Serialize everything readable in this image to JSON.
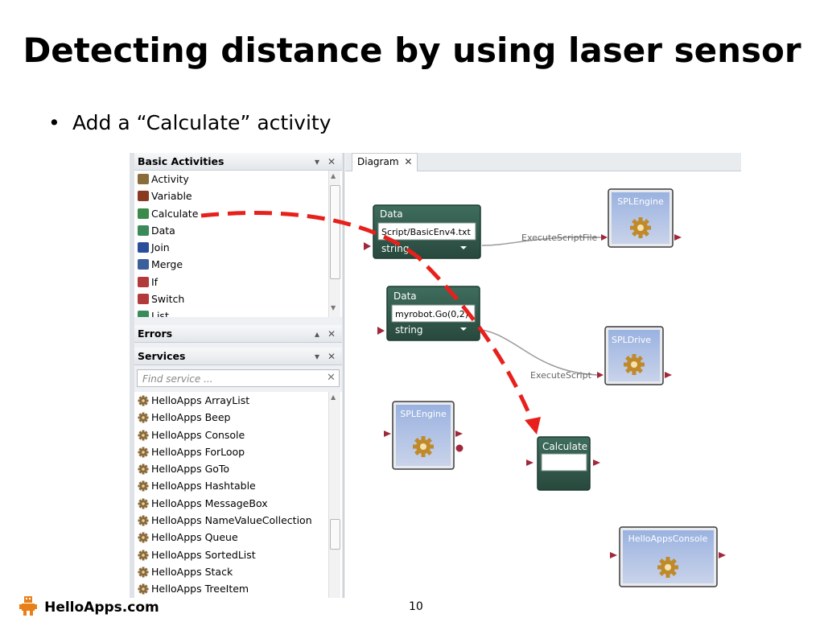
{
  "slide": {
    "title": "Detecting distance by using laser sensor",
    "bullet": "Add a “Calculate” activity",
    "footer_brand": "HelloApps.com",
    "page_number": "10"
  },
  "basic_activities": {
    "title": "Basic Activities",
    "items": [
      {
        "label": "Activity",
        "icon": "activity-icon",
        "color": "#8a6b3a"
      },
      {
        "label": "Variable",
        "icon": "variable-icon",
        "color": "#8a3a1e"
      },
      {
        "label": "Calculate",
        "icon": "calculate-icon",
        "color": "#3a8a4a"
      },
      {
        "label": "Data",
        "icon": "data-icon",
        "color": "#3a8a5a"
      },
      {
        "label": "Join",
        "icon": "join-icon",
        "color": "#2a4f9a"
      },
      {
        "label": "Merge",
        "icon": "merge-icon",
        "color": "#3a5f9a"
      },
      {
        "label": "If",
        "icon": "if-icon",
        "color": "#b33a3a"
      },
      {
        "label": "Switch",
        "icon": "switch-icon",
        "color": "#b33a3a"
      },
      {
        "label": "List",
        "icon": "list-icon",
        "color": "#3a8a5a"
      }
    ]
  },
  "errors": {
    "title": "Errors"
  },
  "services": {
    "title": "Services",
    "search_placeholder": "Find service ...",
    "items": [
      "HelloApps ArrayList",
      "HelloApps Beep",
      "HelloApps Console",
      "HelloApps ForLoop",
      "HelloApps GoTo",
      "HelloApps Hashtable",
      "HelloApps MessageBox",
      "HelloApps NameValueCollection",
      "HelloApps Queue",
      "HelloApps SortedList",
      "HelloApps Stack",
      "HelloApps TreeItem"
    ]
  },
  "diagram": {
    "tab_label": "Diagram",
    "data1": {
      "title": "Data",
      "value": "Script/BasicEnv4.txt",
      "type": "string"
    },
    "data2": {
      "title": "Data",
      "value": "myrobot.Go(0,2)",
      "type": "string"
    },
    "spl_engine_top": "SPLEngine",
    "spl_drive": "SPLDrive",
    "spl_engine_mid": "SPLEngine",
    "calculate": "Calculate",
    "console": "HelloAppsConsole",
    "link1": "ExecuteScriptFile",
    "link2": "ExecuteScript"
  },
  "colors": {
    "node_dark": "#2f5a4a",
    "service_blue": "#8aa6d8",
    "port_red": "#a0283a",
    "annotation_red": "#e8201c"
  }
}
